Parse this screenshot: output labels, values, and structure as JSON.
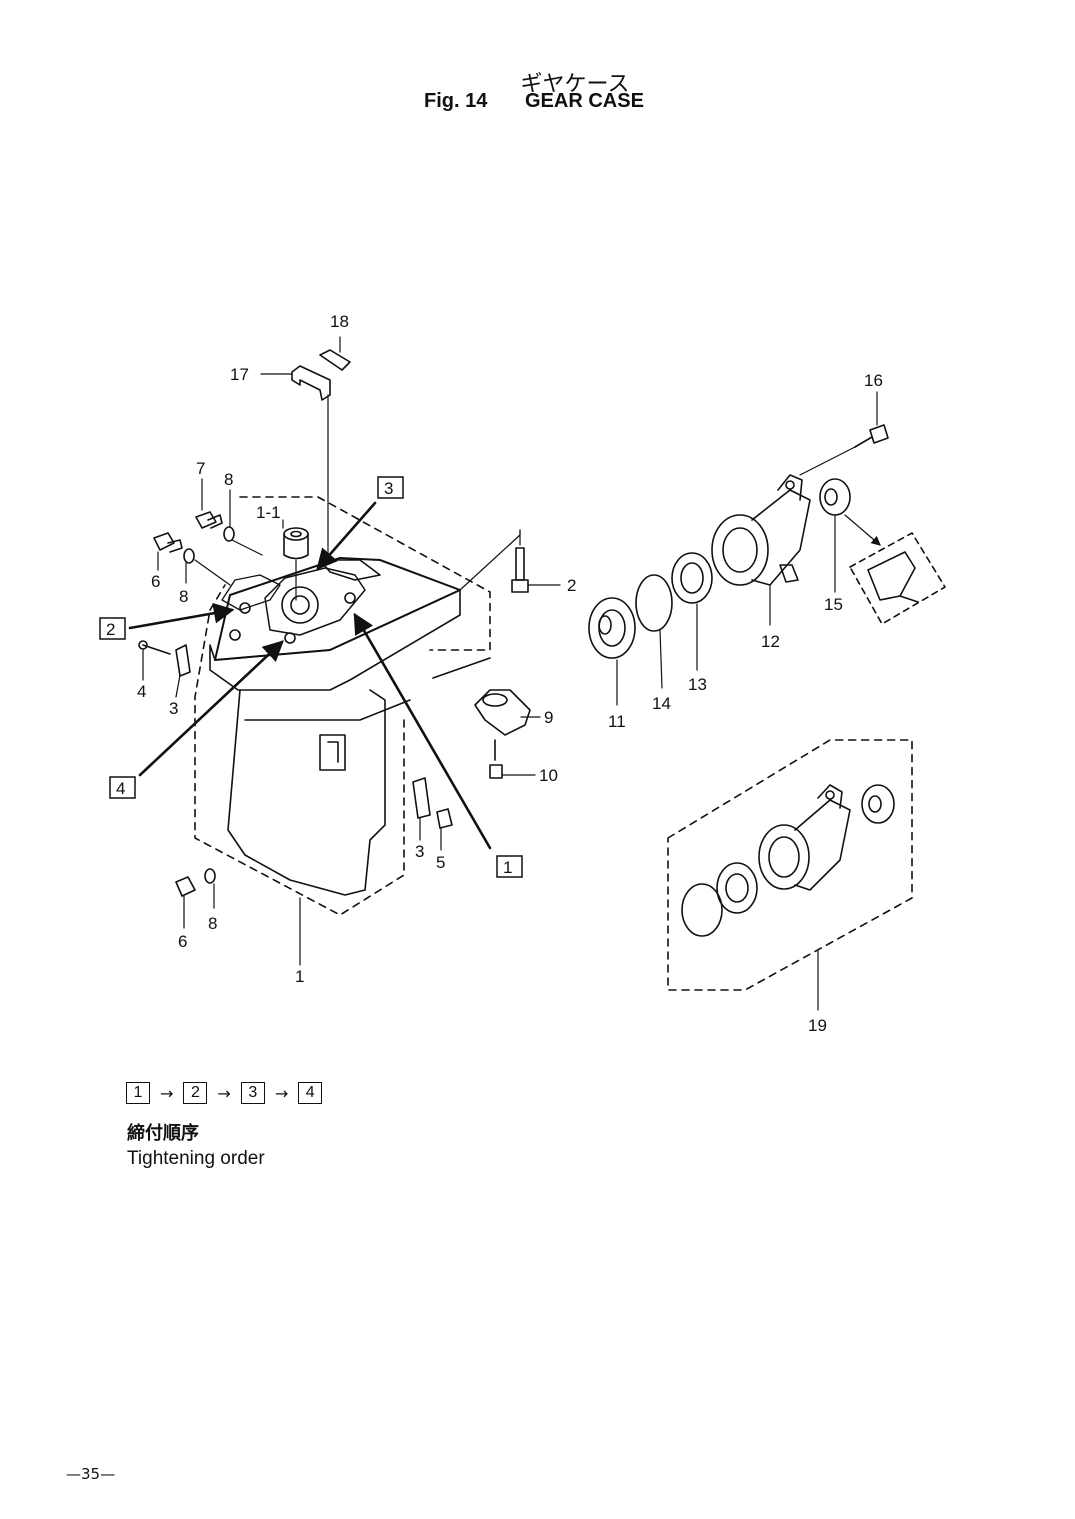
{
  "header": {
    "title_jp": "ギヤケース",
    "figure_number": "Fig. 14",
    "title_en": "GEAR CASE"
  },
  "callouts": [
    "1",
    "1-1",
    "2",
    "3",
    "3",
    "4",
    "5",
    "6",
    "6",
    "7",
    "8",
    "8",
    "8",
    "9",
    "10",
    "11",
    "12",
    "13",
    "14",
    "15",
    "16",
    "17",
    "18",
    "19"
  ],
  "tightening_markers": [
    "1",
    "2",
    "3",
    "4"
  ],
  "legend": {
    "sequence": [
      "1",
      "2",
      "3",
      "4"
    ],
    "arrow": "→",
    "label_jp": "締付順序",
    "label_en": "Tightening order"
  },
  "footer": {
    "page_number": "—35—"
  }
}
